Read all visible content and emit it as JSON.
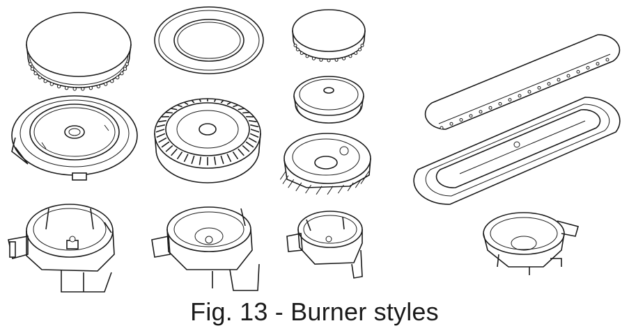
{
  "figure": {
    "caption": "Fig. 13 - Burner styles",
    "burner_columns": [
      {
        "id": "large-round",
        "parts": [
          "cap",
          "crown",
          "body"
        ]
      },
      {
        "id": "medium-round",
        "parts": [
          "cap-ring",
          "finned-crown",
          "body"
        ]
      },
      {
        "id": "small-round",
        "parts": [
          "cap",
          "crown",
          "spiral-crown",
          "body"
        ]
      },
      {
        "id": "oval",
        "parts": [
          "cap",
          "crown",
          "body"
        ]
      }
    ]
  }
}
